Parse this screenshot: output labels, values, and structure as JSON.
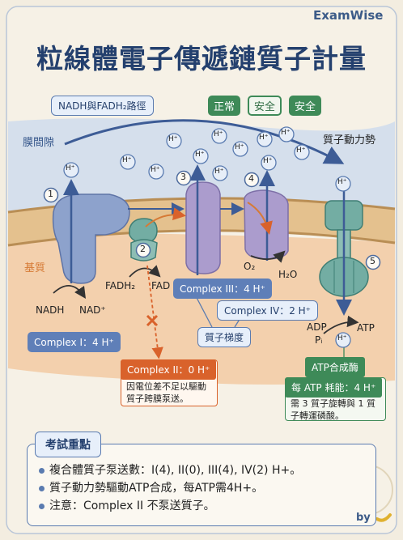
{
  "brand": "ExamWise",
  "title": "粒線體電子傳遞鏈質子計量",
  "pathway_label": "NADH與FADH₂路徑",
  "status_tags": [
    "正常",
    "安全",
    "安全"
  ],
  "proton_gradient_label": "質子動力勢",
  "region_ims": "膜間隙",
  "region_matrix": "基質",
  "proton": "H⁺",
  "numbers": [
    "1",
    "2",
    "3",
    "4",
    "5"
  ],
  "molecules": {
    "nadh": "NADH",
    "nad": "NAD⁺",
    "fadh2": "FADH₂",
    "fad": "FAD",
    "o2": "O₂",
    "h2o": "H₂O",
    "adp": "ADP",
    "pi": "Pᵢ",
    "atp": "ATP"
  },
  "complex_labels": {
    "c1": "Complex I：4 H⁺",
    "c3": "Complex III：4 H⁺",
    "c4": "Complex IV：2 H⁺",
    "c2": "Complex II：0 H⁺"
  },
  "gradient_label": "質子梯度",
  "complex2_note": "因電位差不足以驅動質子跨膜泵送。",
  "atp_synthase": {
    "name": "ATP合成酶",
    "cost": "每 ATP 耗能：4 H⁺",
    "note": "需 3 質子旋轉與 1 質子轉運磷酸。"
  },
  "summary": {
    "title": "考試重點",
    "bullets": [
      "複合體質子泵送數：I(4), II(0), III(4), IV(2) H+。",
      "質子動力勢驅動ATP合成，每ATP需4H+。",
      "注意：Complex II 不泵送質子。"
    ]
  },
  "signature": "by",
  "colors": {
    "background": "#f3ede0",
    "ims": "#cfdcec",
    "matrix": "#f2c49a",
    "membrane": "#e4c18e",
    "protein_blue": "#8da2cc",
    "protein_purple": "#ab9ccd",
    "protein_teal": "#73ada3",
    "accent_blue": "#5a7bb0",
    "accent_orange": "#d9622b",
    "accent_green": "#3e8a58"
  }
}
